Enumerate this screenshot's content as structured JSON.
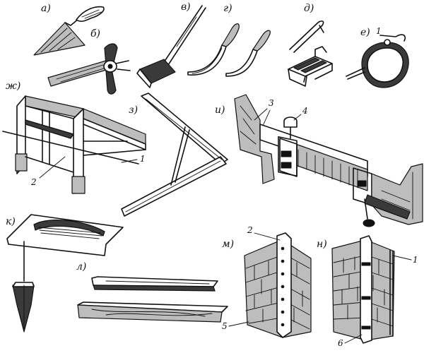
{
  "labels": {
    "a": "а)",
    "b": "б)",
    "v": "в)",
    "g": "г)",
    "d": "д)",
    "e": "е)",
    "zh": "ж)",
    "z": "з)",
    "i": "и)",
    "k": "к)",
    "l": "л)",
    "m": "м)",
    "n": "н)"
  },
  "callouts": {
    "e1": "1",
    "zh1": "1",
    "zh2": "2",
    "i3": "3",
    "i4": "4",
    "m2": "2",
    "m5": "5",
    "n1": "1",
    "n6": "6"
  },
  "colors": {
    "ink": "#111111",
    "paper": "#ffffff",
    "shade": "#bdbdbd"
  }
}
